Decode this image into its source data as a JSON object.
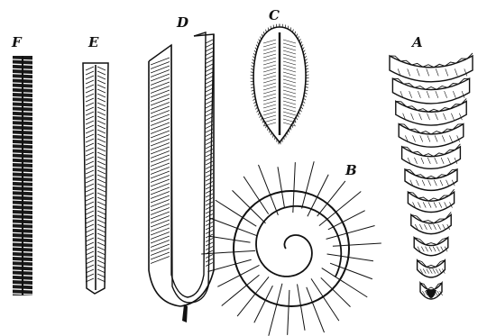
{
  "plate": {
    "ink_color": "#111111",
    "paper_color": "#ffffff"
  },
  "figures": [
    {
      "key": "F",
      "label": "F",
      "shape": "segmented-stalk"
    },
    {
      "key": "E",
      "label": "E",
      "shape": "narrow-blade"
    },
    {
      "key": "D",
      "label": "D",
      "shape": "u-shaped-sheath"
    },
    {
      "key": "C",
      "label": "C",
      "shape": "oval-leaf"
    },
    {
      "key": "B",
      "label": "B",
      "shape": "spiral-with-rays"
    },
    {
      "key": "A",
      "label": "A",
      "shape": "spiral-cone"
    }
  ]
}
